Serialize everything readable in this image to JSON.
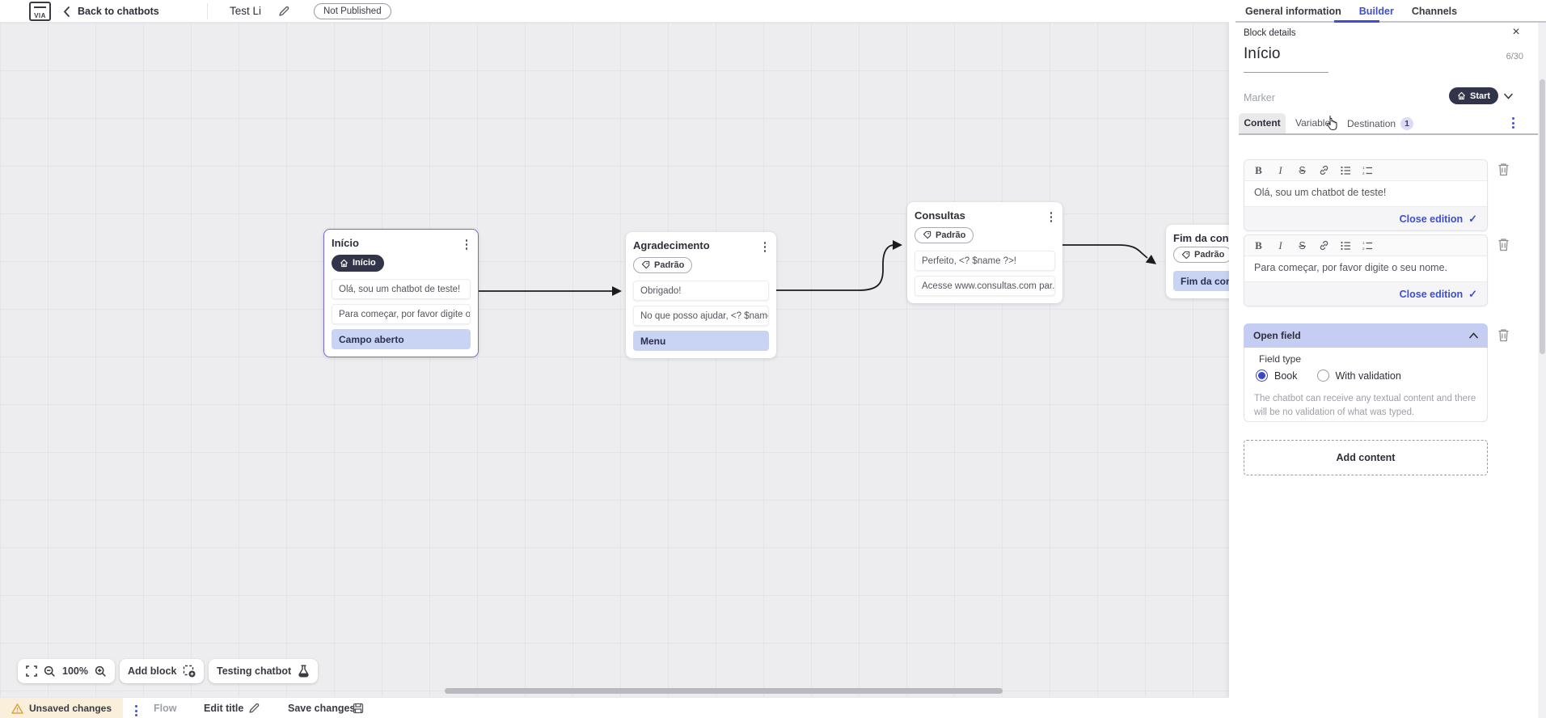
{
  "topbar": {
    "logo_text": "VIA",
    "back_label": "Back to chatbots",
    "title": "Test Li",
    "status_badge": "Not Published",
    "tabs": [
      {
        "label": "General information",
        "active": false
      },
      {
        "label": "Builder",
        "active": true
      },
      {
        "label": "Channels",
        "active": false
      }
    ]
  },
  "canvas": {
    "controls": {
      "zoom_level": "100%",
      "add_block": "Add block",
      "testing": "Testing chatbot"
    },
    "blocks": [
      {
        "title": "Início",
        "badge": "Início",
        "badge_style": "start",
        "selected": true,
        "items": [
          {
            "text": "Olá, sou um chatbot de teste!",
            "highlight": false
          },
          {
            "text": "Para começar, por favor digite o ...",
            "highlight": false
          },
          {
            "text": "Campo aberto",
            "highlight": true
          }
        ]
      },
      {
        "title": "Agradecimento",
        "badge": "Padrão",
        "badge_style": "default",
        "selected": false,
        "items": [
          {
            "text": "Obrigado!",
            "highlight": false
          },
          {
            "text": "No que posso ajudar, <? $name ...",
            "highlight": false
          },
          {
            "text": "Menu",
            "highlight": true
          }
        ]
      },
      {
        "title": "Consultas",
        "badge": "Padrão",
        "badge_style": "default",
        "selected": false,
        "items": [
          {
            "text": "Perfeito, <? $name ?>!",
            "highlight": false
          },
          {
            "text": "Acesse www.consultas.com par...",
            "highlight": false
          }
        ]
      },
      {
        "title": "Fim da conversa",
        "badge": "Padrão",
        "badge_style": "default",
        "selected": false,
        "items": [
          {
            "text": "Fim da conversa",
            "highlight": true
          }
        ]
      }
    ]
  },
  "panel": {
    "header": "Block details",
    "name_value": "Início",
    "name_counter": "6/30",
    "marker_label": "Marker",
    "marker_value": "Start",
    "tabs": [
      {
        "label": "Content",
        "active": true
      },
      {
        "label": "Variables",
        "active": false
      },
      {
        "label": "Destination",
        "active": false,
        "badge": "1"
      }
    ],
    "toolbar": {
      "bold": "B",
      "italic": "I",
      "strike": "S"
    },
    "editors": [
      {
        "text": "Olá, sou um chatbot de teste!",
        "close_label": "Close edition"
      },
      {
        "text": "Para começar, por favor digite o seu nome.",
        "close_label": "Close edition"
      }
    ],
    "open_field": {
      "title": "Open field",
      "field_type_label": "Field type",
      "options": [
        {
          "label": "Book",
          "selected": true
        },
        {
          "label": "With validation",
          "selected": false
        }
      ],
      "helper": "The chatbot can receive any textual content and there will be no validation of what was typed."
    },
    "add_content_label": "Add content"
  },
  "statusbar": {
    "unsaved_label": "Unsaved changes",
    "flow_label": "Flow",
    "edit_title_label": "Edit title",
    "save_label": "Save changes"
  },
  "icons": {
    "check": "✓",
    "close": "×",
    "back_chevron": "‹"
  },
  "colors": {
    "accent_blue": "#3D4FD0",
    "dark_pill": "#32344A",
    "highlight_item": "#C9D3F3",
    "open_field_header": "#C5CDF2",
    "selected_block_border": "#7468D4",
    "unsaved_bg": "#F9EFDB",
    "warning": "#E0A33A",
    "canvas_bg": "#EDEDEF"
  }
}
